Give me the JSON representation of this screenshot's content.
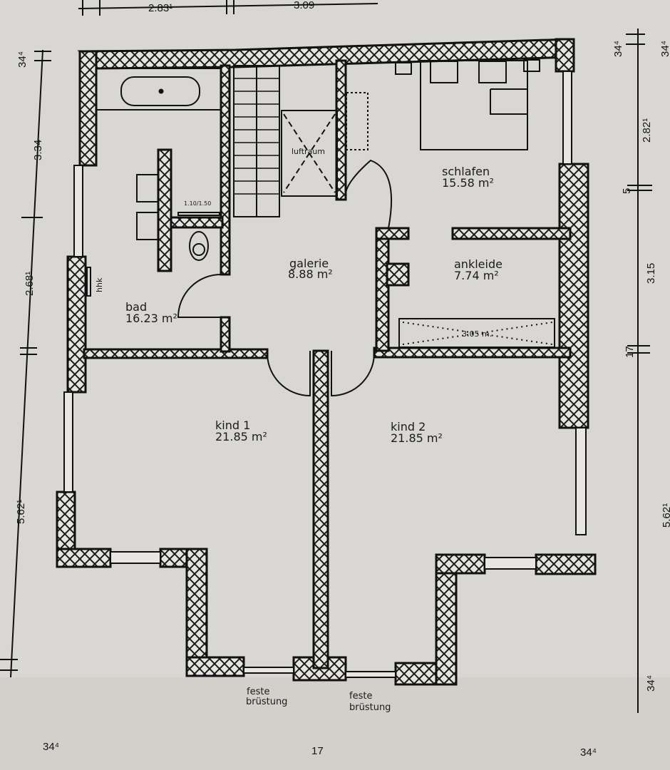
{
  "drawing": {
    "rooms": [
      {
        "name": "bad",
        "area": "16.23 m²"
      },
      {
        "name": "galerie",
        "area": "8.88 m²"
      },
      {
        "name": "schlafen",
        "area": "15.58 m²"
      },
      {
        "name": "ankleide",
        "area": "7.74 m²"
      },
      {
        "name": "kind 1",
        "area": "21.85 m²"
      },
      {
        "name": "kind 2",
        "area": "21.85 m²"
      }
    ],
    "annotations": {
      "luftraum": "luftraum",
      "shower": "1.10/1.50",
      "hhk": "hhk",
      "wardrobe": "3.05 m.",
      "feste_brustung_1": [
        "feste",
        "brüstung"
      ],
      "feste_brustung_2": [
        "feste",
        "brüstung"
      ]
    },
    "dimensions": {
      "top": [
        "2.83¹",
        "3.09"
      ],
      "left": [
        "34⁴",
        "3.34",
        "2.68¹",
        "5.62¹"
      ],
      "right": [
        "34⁴",
        "34⁴",
        "2.82¹",
        "5",
        "3.15",
        "17",
        "5.62¹",
        "34⁴"
      ],
      "bottom": [
        "34⁴",
        "17",
        "34⁴"
      ]
    },
    "colors": {
      "paper": "#d9d7d3",
      "ink": "#1b1b1b",
      "wall_fill": "#e6e4e0"
    }
  }
}
